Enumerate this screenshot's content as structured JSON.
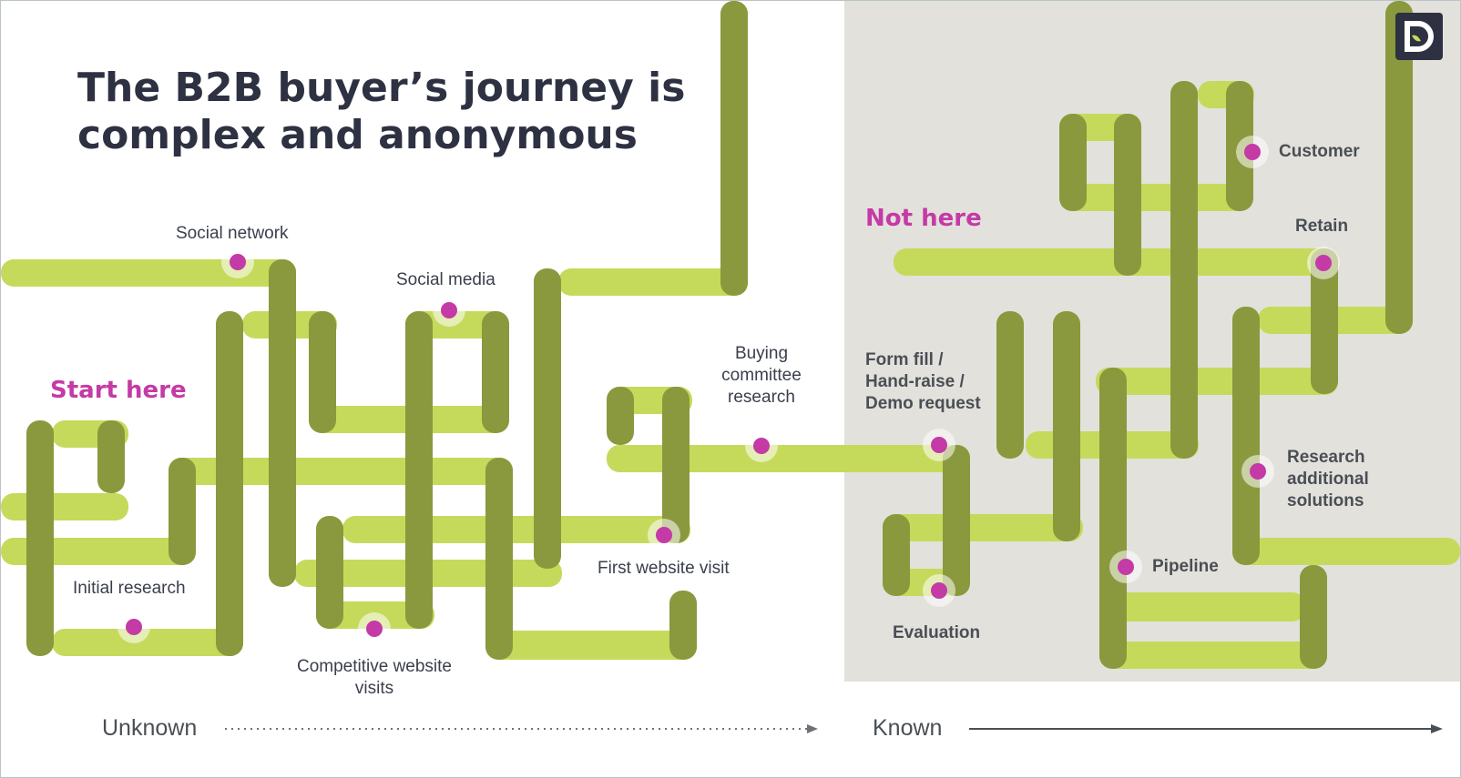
{
  "title": {
    "line1": "The B2B buyer’s journey is",
    "line2": "complex and anonymous"
  },
  "callouts": {
    "start": "Start here",
    "not_here": "Not here"
  },
  "milestones": {
    "social_network": "Social network",
    "social_media": "Social media",
    "initial_research": "Initial research",
    "competitive_visits_1": "Competitive website",
    "competitive_visits_2": "visits",
    "first_visit": "First website visit",
    "buying_committee_1": "Buying",
    "buying_committee_2": "committee",
    "buying_committee_3": "research",
    "form_fill_1": "Form fill /",
    "form_fill_2": "Hand-raise /",
    "form_fill_3": "Demo request",
    "evaluation": "Evaluation",
    "pipeline": "Pipeline",
    "research_additional_1": "Research",
    "research_additional_2": "additional",
    "research_additional_3": "solutions",
    "retain": "Retain",
    "customer": "Customer"
  },
  "axis": {
    "unknown": "Unknown",
    "known": "Known"
  },
  "icons": {
    "logo": "brand-d-logo-icon",
    "milestone": "milestone-dot-icon"
  },
  "colors": {
    "light_green": "#c5da5b",
    "dark_green": "#8a993d",
    "pink": "#c43aa6",
    "known_zone": "#e3e1dc",
    "title": "#2d3142"
  }
}
